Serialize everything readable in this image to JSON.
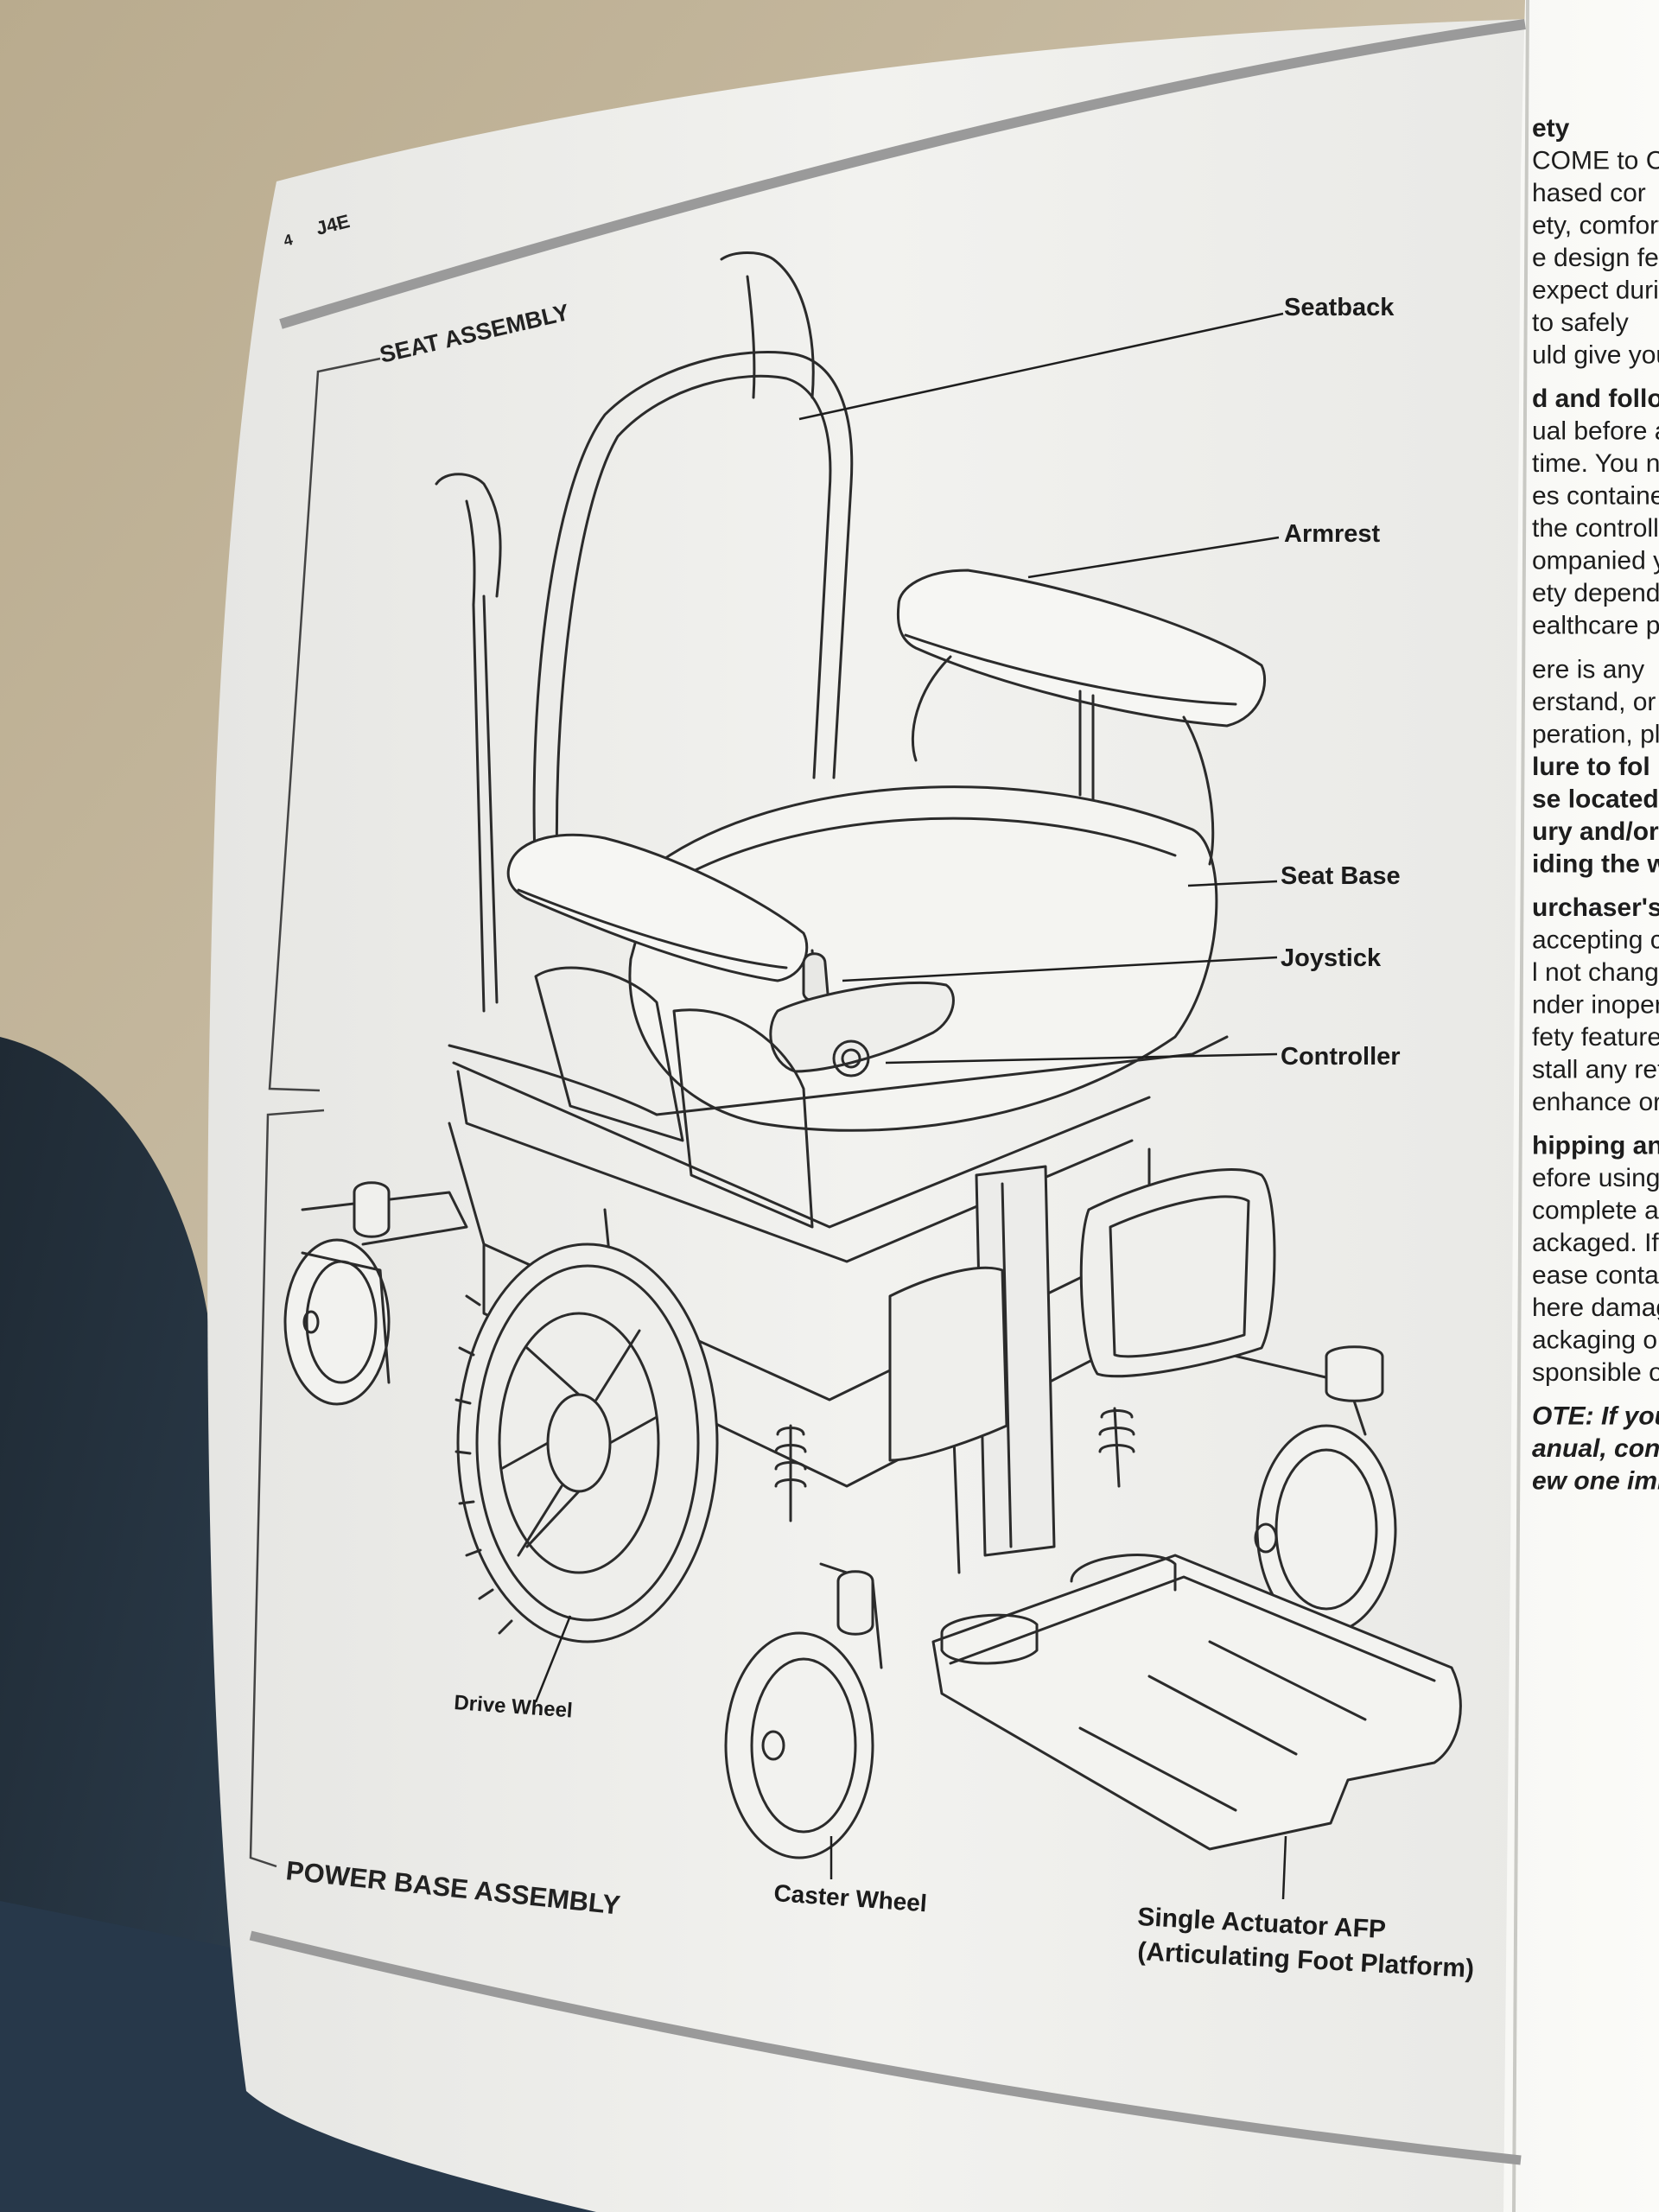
{
  "page": {
    "number": "4",
    "model": "J4E"
  },
  "sections": {
    "seat_assembly": "SEAT ASSEMBLY",
    "power_base_assembly": "POWER BASE ASSEMBLY"
  },
  "callouts": {
    "seatback": "Seatback",
    "armrest": "Armrest",
    "seat_base": "Seat Base",
    "joystick": "Joystick",
    "controller": "Controller",
    "drive_wheel": "Drive Wheel",
    "caster_wheel": "Caster Wheel",
    "afp_line1": "Single Actuator AFP",
    "afp_line2": "(Articulating Foot Platform)"
  },
  "right_page_lines": [
    {
      "text": "ety",
      "style": "b"
    },
    {
      "text": "COME to C",
      "style": ""
    },
    {
      "text": "hased  cor",
      "style": ""
    },
    {
      "text": "ety, comfort,",
      "style": ""
    },
    {
      "text": "e design fea",
      "style": ""
    },
    {
      "text": "expect durin",
      "style": ""
    },
    {
      "text": " to  safely",
      "style": ""
    },
    {
      "text": "uld give you",
      "style": ""
    },
    {
      "text": "",
      "style": ""
    },
    {
      "text": "d and follo",
      "style": "b"
    },
    {
      "text": "ual before a",
      "style": ""
    },
    {
      "text": " time. You n",
      "style": ""
    },
    {
      "text": "es containe",
      "style": ""
    },
    {
      "text": "the controlle",
      "style": ""
    },
    {
      "text": "ompanied y",
      "style": ""
    },
    {
      "text": "ety depends",
      "style": ""
    },
    {
      "text": "ealthcare p",
      "style": ""
    },
    {
      "text": "",
      "style": ""
    },
    {
      "text": "ere is any",
      "style": ""
    },
    {
      "text": "erstand, or",
      "style": ""
    },
    {
      "text": "peration, pl",
      "style": ""
    },
    {
      "text": "lure  to  fol",
      "style": "b"
    },
    {
      "text": "se located",
      "style": "b"
    },
    {
      "text": "ury  and/or",
      "style": "b"
    },
    {
      "text": "iding the w",
      "style": "b"
    },
    {
      "text": "",
      "style": ""
    },
    {
      "text": "urchaser's",
      "style": "b"
    },
    {
      "text": " accepting c",
      "style": ""
    },
    {
      "text": "l not chang",
      "style": ""
    },
    {
      "text": "nder inopera",
      "style": ""
    },
    {
      "text": "fety feature",
      "style": ""
    },
    {
      "text": "stall any retro",
      "style": ""
    },
    {
      "text": "enhance or",
      "style": ""
    },
    {
      "text": "",
      "style": ""
    },
    {
      "text": "hipping an",
      "style": "b"
    },
    {
      "text": "efore  using",
      "style": ""
    },
    {
      "text": " complete  a",
      "style": ""
    },
    {
      "text": "ackaged.  If",
      "style": ""
    },
    {
      "text": "ease contac",
      "style": ""
    },
    {
      "text": "here damag",
      "style": ""
    },
    {
      "text": "ackaging or",
      "style": ""
    },
    {
      "text": "sponsible or",
      "style": ""
    },
    {
      "text": "",
      "style": ""
    },
    {
      "text": "OTE: If you",
      "style": "i"
    },
    {
      "text": "anual, cont",
      "style": "i"
    },
    {
      "text": "ew one imm",
      "style": "i"
    }
  ]
}
